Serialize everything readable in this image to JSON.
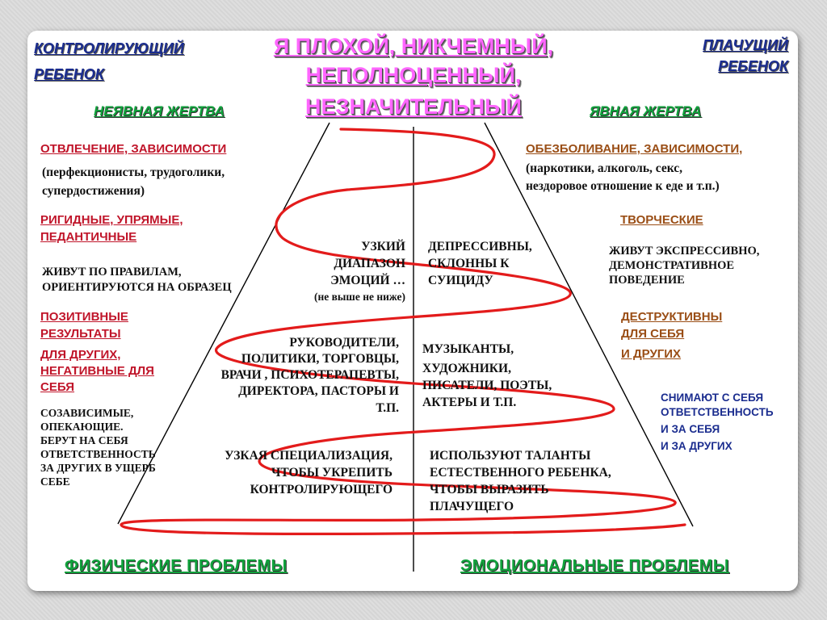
{
  "title": {
    "line1": "Я ПЛОХОЙ, НИКЧЕМНЫЙ,",
    "line2": "НЕПОЛНОЦЕННЫЙ,",
    "line3": "НЕЗНАЧИТЕЛЬНЫЙ"
  },
  "left_corner": {
    "line1": "КОНТРОЛИРУЮЩИЙ",
    "line2": "РЕБЕНОК"
  },
  "right_corner": {
    "line1": "ПЛАЧУЩИЙ",
    "line2": "РЕБЕНОК"
  },
  "left_victim": "НЕЯВНАЯ  ЖЕРТВА",
  "right_victim": "ЯВНАЯ  ЖЕРТВА",
  "left": {
    "distraction_heading": "ОТВЛЕЧЕНИЕ, ЗАВИСИМОСТИ",
    "distraction_text_1": "(перфекционисты, трудоголики,",
    "distraction_text_2": "супердостижения)",
    "rigid_heading_1": "РИГИДНЫЕ, УПРЯМЫЕ,",
    "rigid_heading_2": "ПЕДАНТИЧНЫЕ",
    "rules_text_1": "ЖИВУТ ПО ПРАВИЛАМ,",
    "rules_text_2": "ОРИЕНТИРУЮТСЯ НА  ОБРАЗЕЦ",
    "positive_1": "ПОЗИТИВНЫЕ",
    "positive_2": "РЕЗУЛЬТАТЫ",
    "positive_3": "ДЛЯ ДРУГИХ,",
    "positive_4": "НЕГАТИВНЫЕ ДЛЯ",
    "positive_5": "СЕБЯ",
    "codep_1": "СОЗАВИСИМЫЕ,",
    "codep_2": "ОПЕКАЮЩИЕ.",
    "codep_3": "БЕРУТ НА СЕБЯ",
    "codep_4": "ОТВЕТСТВЕННОСТЬ",
    "codep_5": "ЗА ДРУГИХ В  УЩЕРБ",
    "codep_6": "СЕБЕ"
  },
  "right": {
    "anesthesia_heading": "ОБЕЗБОЛИВАНИЕ, ЗАВИСИМОСТИ,",
    "anesthesia_text_1": "(наркотики, алкоголь, секс,",
    "anesthesia_text_2": "нездоровое отношение к еде и т.п.)",
    "creative_heading": "ТВОРЧЕСКИЕ",
    "expressive_1": "ЖИВУТ    ЭКСПРЕССИВНО,",
    "expressive_2": "ДЕМОНСТРАТИВНОЕ",
    "expressive_3": "ПОВЕДЕНИЕ",
    "destructive_1": "ДЕСТРУКТИВНЫ",
    "destructive_2": "ДЛЯ  СЕБЯ",
    "destructive_3": "И  ДРУГИХ",
    "responsibility_1": "СНИМАЮТ  С СЕБЯ",
    "responsibility_2": "ОТВЕТСТВЕННОСТЬ",
    "responsibility_3": "И  ЗА  СЕБЯ",
    "responsibility_4": "И  ЗА  ДРУГИХ"
  },
  "pyramid": {
    "narrow_1": "УЗКИЙ",
    "narrow_2": "ДИАПАЗОН",
    "narrow_3": "ЭМОЦИЙ …",
    "narrow_4": "(не выше не ниже)",
    "depressive_1": "ДЕПРЕССИВНЫ,",
    "depressive_2": "СКЛОННЫ К",
    "depressive_3": "СУИЦИДУ",
    "leaders_1": "РУКОВОДИТЕЛИ,",
    "leaders_2": "ПОЛИТИКИ, ТОРГОВЦЫ,",
    "leaders_3": "ВРАЧИ , ПСИХОТЕРАПЕВТЫ,",
    "leaders_4": "ДИРЕКТОРА, ПАСТОРЫ И",
    "leaders_5": "Т.П.",
    "artists_1": "МУЗЫКАНТЫ,",
    "artists_2": "ХУДОЖНИКИ,",
    "artists_3": "ПИСАТЕЛИ, ПОЭТЫ,",
    "artists_4": "АКТЕРЫ И Т.П.",
    "special_1": "УЗКАЯ СПЕЦИАЛИЗАЦИЯ,",
    "special_2": "ЧТОБЫ УКРЕПИТЬ",
    "special_3": "КОНТРОЛИРУЮЩЕГО",
    "talents_1": "ИСПОЛЬЗУЮТ ТАЛАНТЫ",
    "talents_2": "ЕСТЕСТВЕННОГО РЕБЕНКА,",
    "talents_3": "ЧТОБЫ ВЫРАЗИТЬ",
    "talents_4": "ПЛАЧУЩЕГО"
  },
  "bottom": {
    "physical": "ФИЗИЧЕСКИЕ    ПРОБЛЕМЫ",
    "emotional": "ЭМОЦИОНАЛЬНЫЕ  ПРОБЛЕМЫ"
  },
  "colors": {
    "title": "#ff66ff",
    "corner": "#1b2d8f",
    "green": "#10a23c",
    "red_heading": "#c0152a",
    "brown_heading": "#9a4e16",
    "spiral": "#e31b1b"
  }
}
